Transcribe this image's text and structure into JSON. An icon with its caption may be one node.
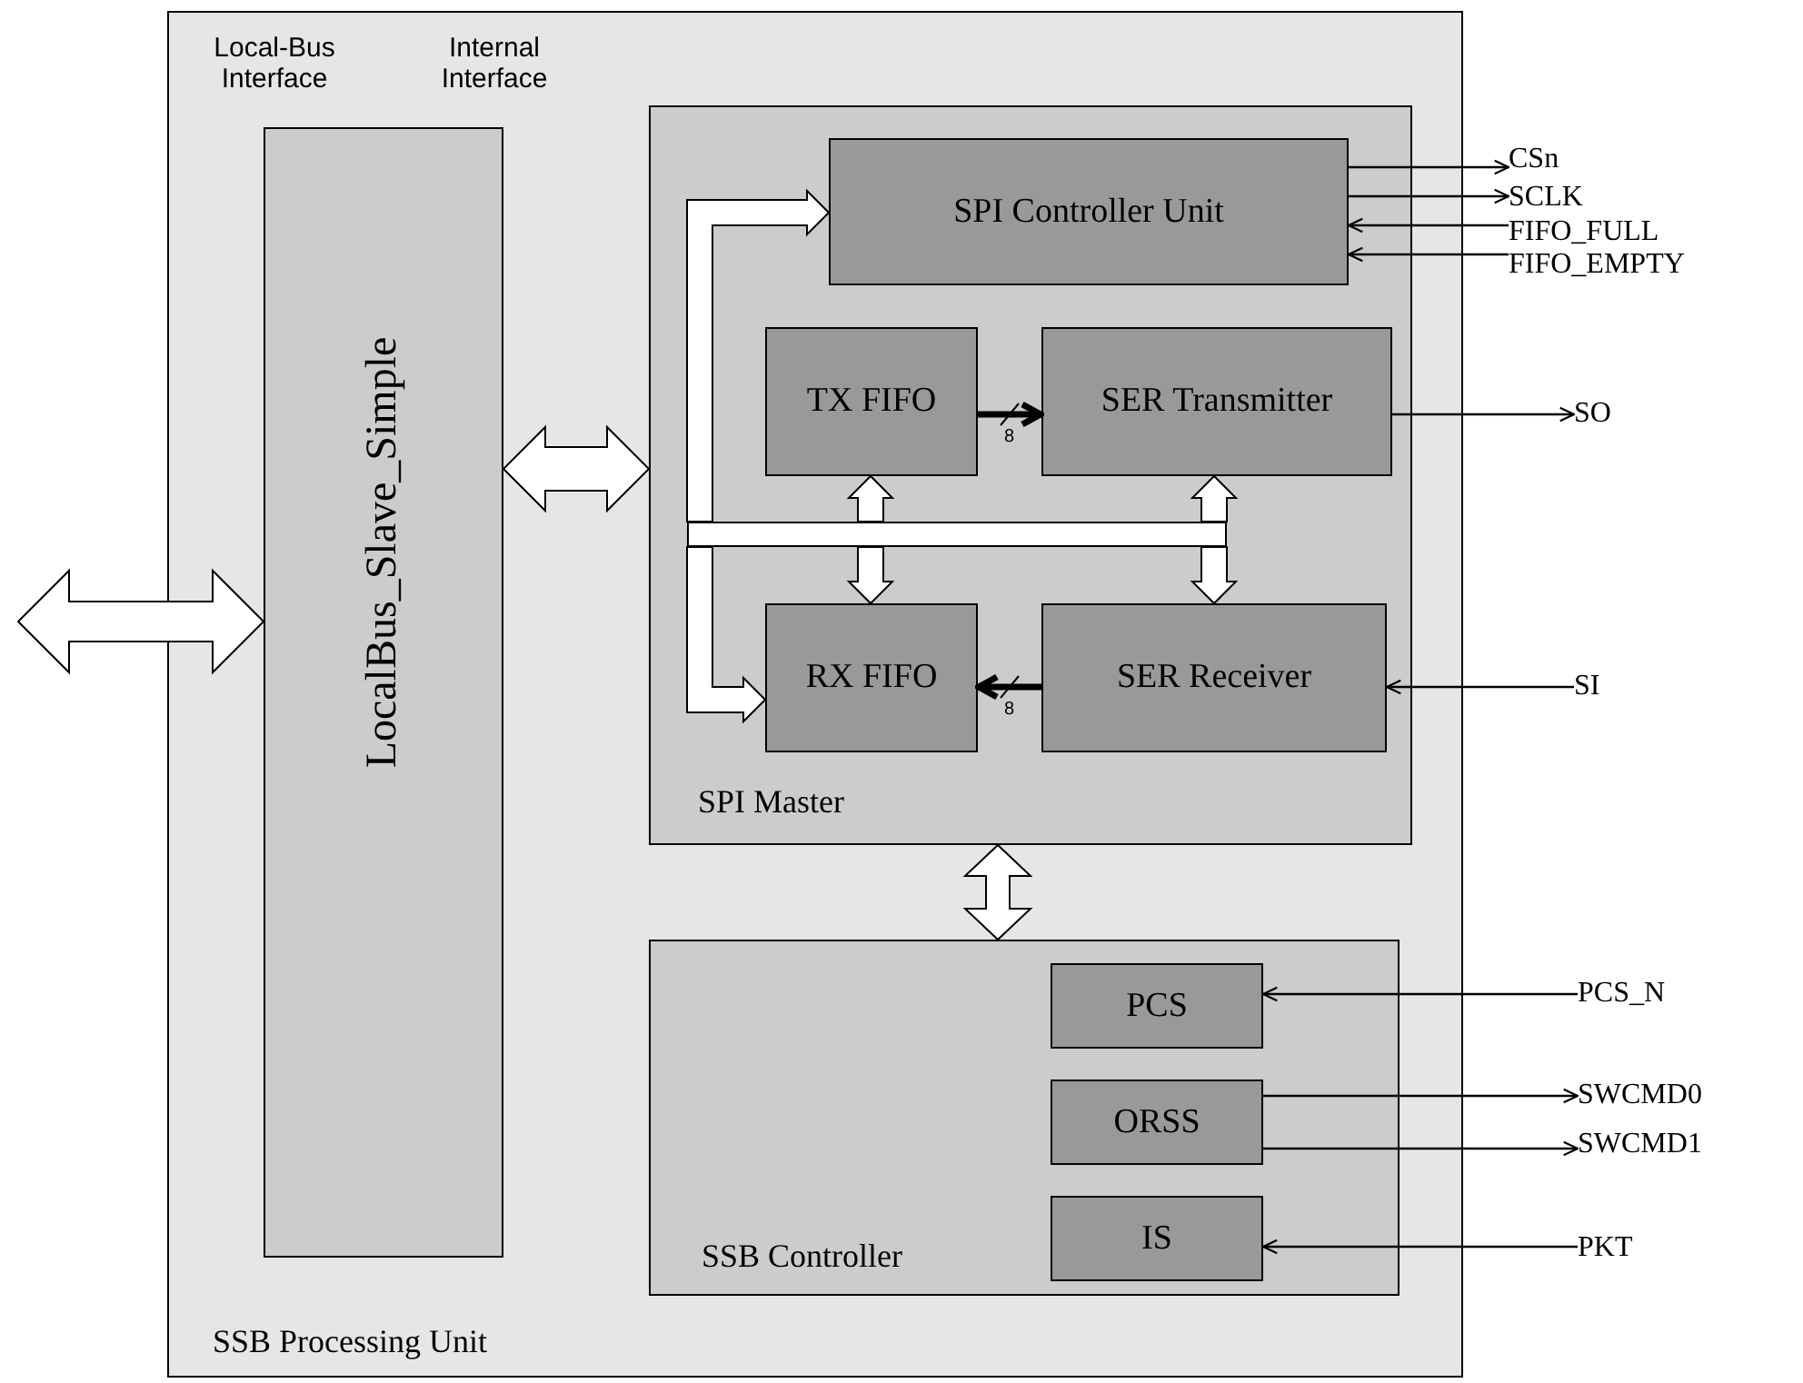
{
  "diagram": {
    "nodes": [
      {
        "text": [
          "SSB Processing Unit"
        ]
      },
      {
        "text": [
          "LocalBus_Slave_Simple"
        ],
        "in": 0
      },
      {
        "text": [
          "SPI Master"
        ],
        "in": 0
      },
      {
        "text": [
          "SPI Controller Unit"
        ],
        "in": 2
      },
      {
        "text": [
          "TX FIFO"
        ],
        "in": 2
      },
      {
        "text": [
          "SER Transmitter"
        ],
        "in": 2
      },
      {
        "text": [
          "RX FIFO"
        ],
        "in": 2
      },
      {
        "text": [
          "SER Receiver"
        ],
        "in": 2
      },
      {
        "text": [
          "SSB Controller"
        ],
        "in": 0
      },
      {
        "text": [
          "PCS"
        ],
        "in": 8
      },
      {
        "text": [
          "ORSS"
        ],
        "in": 8
      },
      {
        "text": [
          "IS"
        ],
        "in": 8
      },
      {
        "text": [
          "CSn"
        ]
      },
      {
        "text": [
          "SCLK"
        ]
      },
      {
        "text": [
          "FIFO_FULL"
        ]
      },
      {
        "text": [
          "FIFO_EMPTY"
        ]
      },
      {
        "text": [
          "SO"
        ]
      },
      {
        "text": [
          "SI"
        ]
      },
      {
        "text": [
          "PCS_N"
        ]
      },
      {
        "text": [
          "SWCMD0"
        ]
      },
      {
        "text": [
          "SWCMD1"
        ]
      },
      {
        "text": [
          "PKT"
        ]
      },
      {
        "text": [],
        "shape": "bar",
        "in": 2
      }
    ],
    "edges": [
      {
        "from": null,
        "to": 1,
        "arrow": "both",
        "style": "thick",
        "color": "#ffffff"
      },
      {
        "from": 1,
        "to": 2,
        "arrow": "both",
        "style": "thick",
        "color": "#ffffff"
      },
      {
        "from": 2,
        "to": 8,
        "arrow": "both",
        "style": "thick",
        "color": "#ffffff"
      },
      {
        "from": 22,
        "to": 3,
        "arrow": "to",
        "style": "thick",
        "color": "#ffffff"
      },
      {
        "from": 22,
        "to": 6,
        "arrow": "to",
        "style": "thick",
        "color": "#ffffff"
      },
      {
        "from": 22,
        "to": 4,
        "arrow": "to",
        "style": "thick",
        "color": "#ffffff"
      },
      {
        "from": 22,
        "to": 6,
        "arrow": "to",
        "style": "thick",
        "color": "#ffffff"
      },
      {
        "from": 4,
        "to": 5,
        "arrow": "to",
        "label": "8",
        "style": "thick"
      },
      {
        "from": 7,
        "to": 6,
        "arrow": "to",
        "label": "8",
        "style": "thick"
      },
      {
        "from": 3,
        "to": 12,
        "arrow": "to"
      },
      {
        "from": 3,
        "to": 13,
        "arrow": "to"
      },
      {
        "from": 14,
        "to": 3,
        "arrow": "to"
      },
      {
        "from": 15,
        "to": 3,
        "arrow": "to"
      },
      {
        "from": 5,
        "to": 16,
        "arrow": "to"
      },
      {
        "from": 17,
        "to": 7,
        "arrow": "to"
      },
      {
        "from": 18,
        "to": 9,
        "arrow": "to"
      },
      {
        "from": 10,
        "to": 19,
        "arrow": "to"
      },
      {
        "from": 10,
        "to": 20,
        "arrow": "to"
      },
      {
        "from": 21,
        "to": 11,
        "arrow": "to"
      },
      {
        "from": 22,
        "to": 5,
        "arrow": "to",
        "style": "thick",
        "color": "#ffffff"
      },
      {
        "from": 22,
        "to": 7,
        "arrow": "to",
        "style": "thick",
        "color": "#ffffff"
      }
    ],
    "labels": [
      "Local-Bus Interface",
      "Internal Interface"
    ]
  }
}
